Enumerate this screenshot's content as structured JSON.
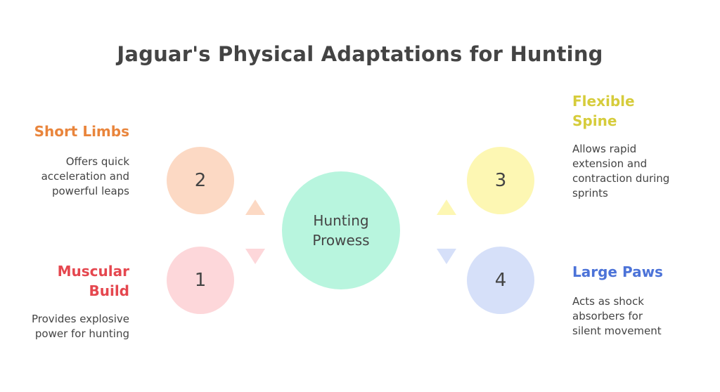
{
  "title": "Jaguar's Physical Adaptations for Hunting",
  "center": {
    "line1": "Hunting",
    "line2": "Prowess"
  },
  "items": {
    "short_limbs": {
      "number": "2",
      "heading": "Short Limbs",
      "desc_lines": [
        "Offers quick",
        "acceleration and",
        "powerful leaps"
      ],
      "color": "#e9853c",
      "fill": "#fcd9c4"
    },
    "muscular_build": {
      "number": "1",
      "heading_lines": [
        "Muscular",
        "Build"
      ],
      "desc_lines": [
        "Provides explosive",
        "power for hunting"
      ],
      "color": "#e5474f",
      "fill": "#fdd7da"
    },
    "flexible_spine": {
      "number": "3",
      "heading_lines": [
        "Flexible",
        "Spine"
      ],
      "desc_lines": [
        "Allows rapid",
        "extension and",
        "contraction during",
        "sprints"
      ],
      "color": "#d6cc3b",
      "fill": "#fdf7b3"
    },
    "large_paws": {
      "number": "4",
      "heading": "Large Paws",
      "desc_lines": [
        "Acts as shock",
        "absorbers for",
        "silent movement"
      ],
      "color": "#4c73d8",
      "fill": "#d6e0f9"
    },
    "center_fill": "#b8f5de"
  }
}
